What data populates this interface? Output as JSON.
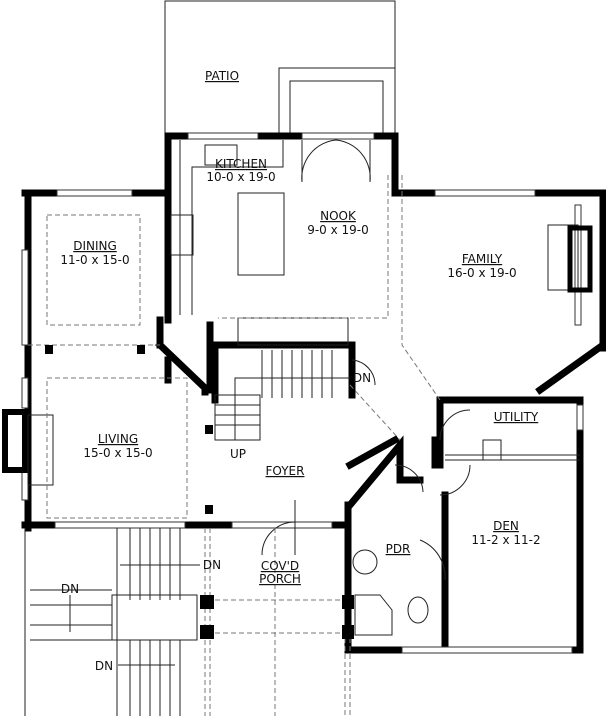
{
  "rooms": {
    "patio": {
      "name": "PATIO"
    },
    "kitchen": {
      "name": "KITCHEN",
      "size": "10-0 x 19-0"
    },
    "nook": {
      "name": "NOOK",
      "size": "9-0 x 19-0"
    },
    "dining": {
      "name": "DINING",
      "size": "11-0 x 15-0"
    },
    "family": {
      "name": "FAMILY",
      "size": "16-0 x 19-0"
    },
    "living": {
      "name": "LIVING",
      "size": "15-0 x 15-0"
    },
    "utility": {
      "name": "UTILITY"
    },
    "foyer": {
      "name": "FOYER"
    },
    "den": {
      "name": "DEN",
      "size": "11-2 x 11-2"
    },
    "pdr": {
      "name": "PDR"
    },
    "porch": {
      "name_line1": "COV'D",
      "name_line2": "PORCH"
    }
  },
  "stairs": {
    "up": "UP",
    "down": "DN"
  }
}
